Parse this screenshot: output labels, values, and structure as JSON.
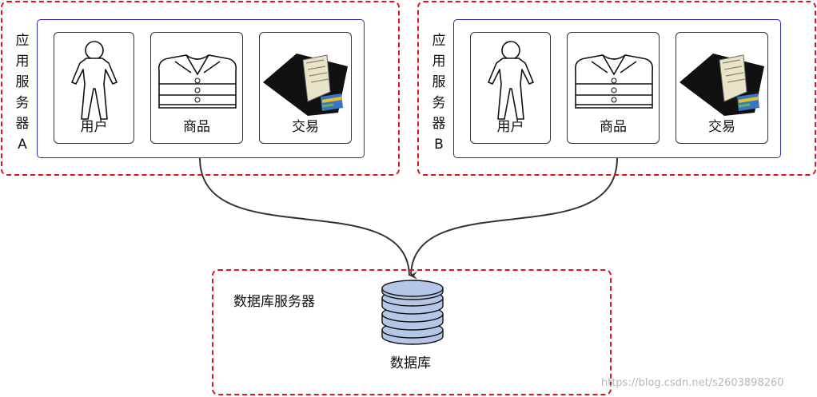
{
  "server_a": {
    "label_chars": [
      "应",
      "用",
      "服",
      "务",
      "器",
      "A"
    ],
    "cards": [
      {
        "label": "用户",
        "icon": "person-icon"
      },
      {
        "label": "商品",
        "icon": "shirts-icon"
      },
      {
        "label": "交易",
        "icon": "wallet-icon"
      }
    ]
  },
  "server_b": {
    "label_chars": [
      "应",
      "用",
      "服",
      "务",
      "器",
      "B"
    ],
    "cards": [
      {
        "label": "用户",
        "icon": "person-icon"
      },
      {
        "label": "商品",
        "icon": "shirts-icon"
      },
      {
        "label": "交易",
        "icon": "wallet-icon"
      }
    ]
  },
  "db_server": {
    "title": "数据库服务器",
    "db_label": "数据库",
    "icon": "database-icon"
  },
  "watermark": "https://blog.csdn.net/s2603898260",
  "colors": {
    "dashed_border": "#e0141e",
    "inner_border": "#2a2aa8",
    "db_fill": "#b4c7e7",
    "arrow": "#333333"
  }
}
